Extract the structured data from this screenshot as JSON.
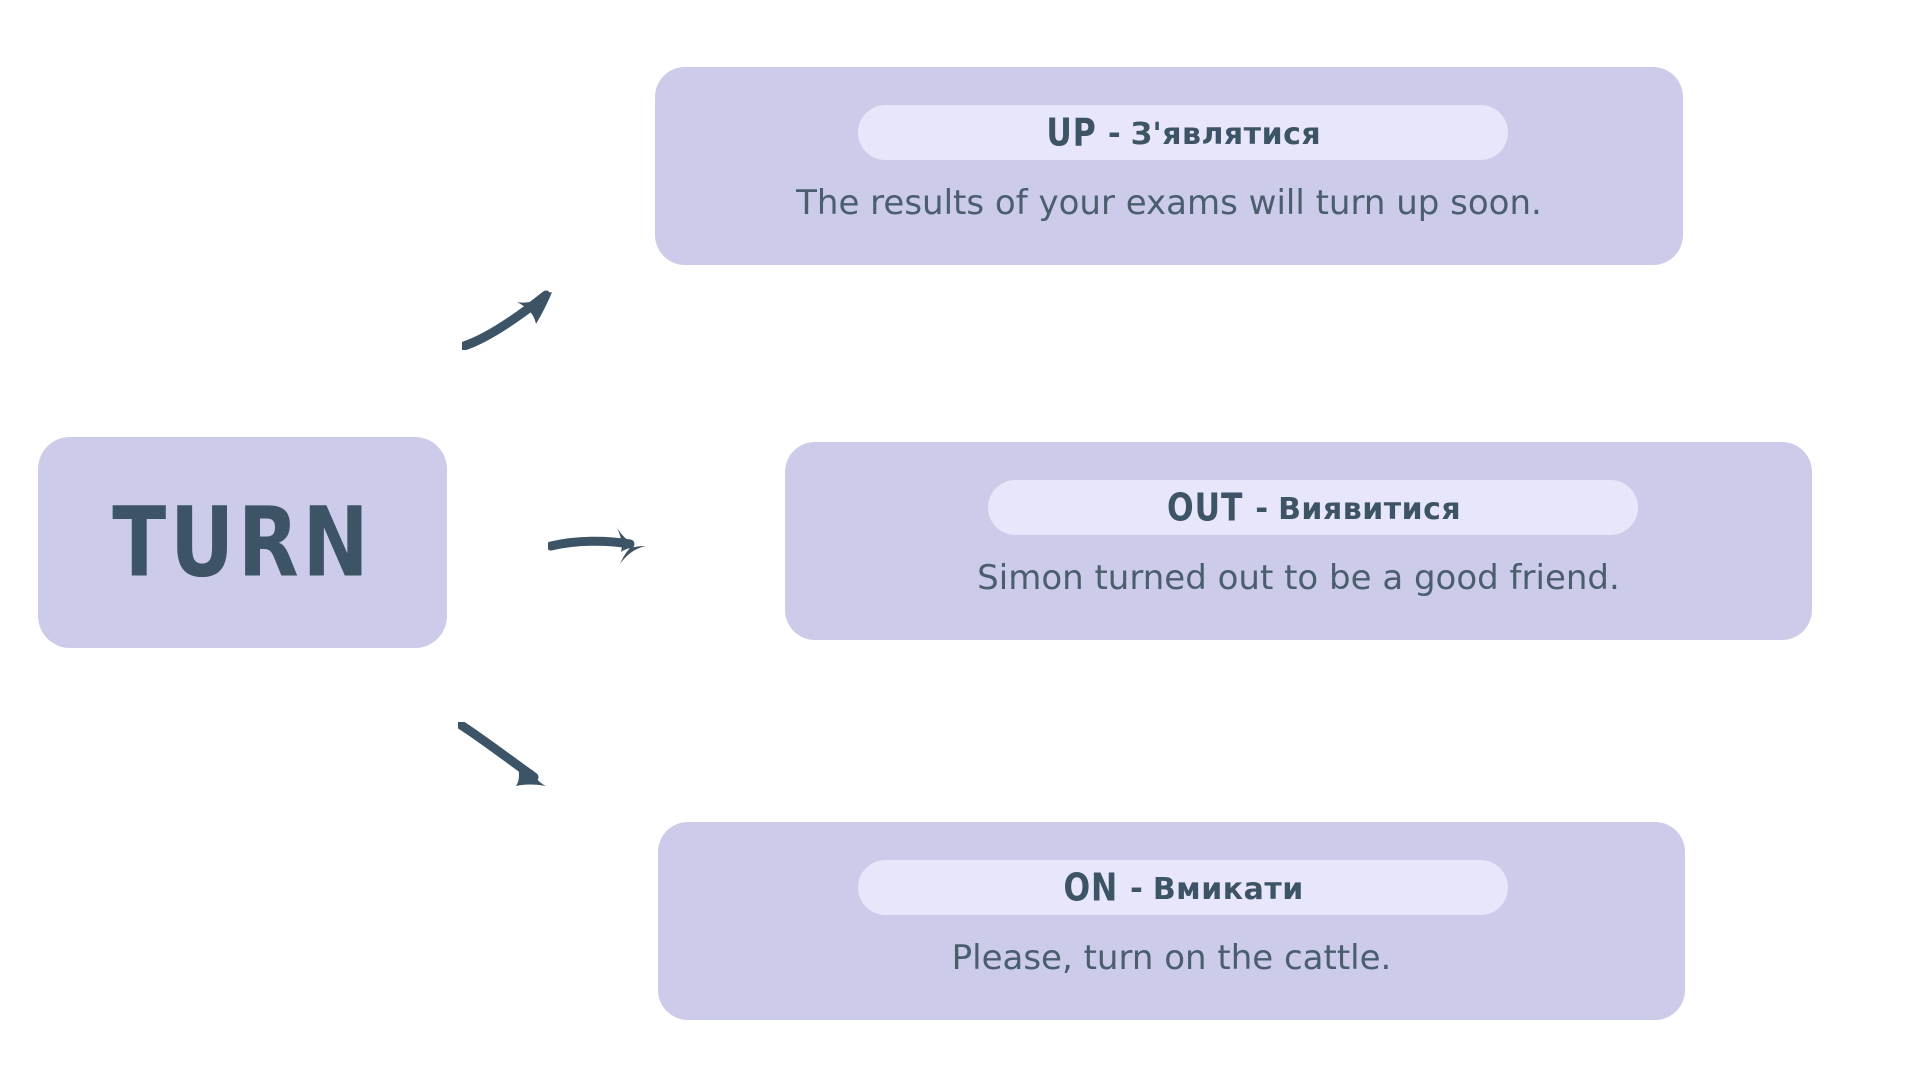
{
  "theme": {
    "background": "#ffffff",
    "card_bg": "#ccccea",
    "pill_bg": "#e8e6fa",
    "text_dark": "#3d5366",
    "text_body": "#4a5e6e",
    "arrow_color": "#3d5366"
  },
  "root": {
    "label": "TURN"
  },
  "arrows": [
    {
      "name": "arrow-to-up",
      "direction": "up-right"
    },
    {
      "name": "arrow-to-out",
      "direction": "right"
    },
    {
      "name": "arrow-to-on",
      "direction": "down-right"
    }
  ],
  "cards": [
    {
      "particle": "UP",
      "dash": "-",
      "translation": "З'являтися",
      "example": "The results of your exams will turn up soon."
    },
    {
      "particle": "OUT",
      "dash": "-",
      "translation": "Виявитися",
      "example": "Simon turned out to be a good friend."
    },
    {
      "particle": "ON",
      "dash": "-",
      "translation": "Вмикати",
      "example": "Please, turn on the cattle."
    }
  ]
}
